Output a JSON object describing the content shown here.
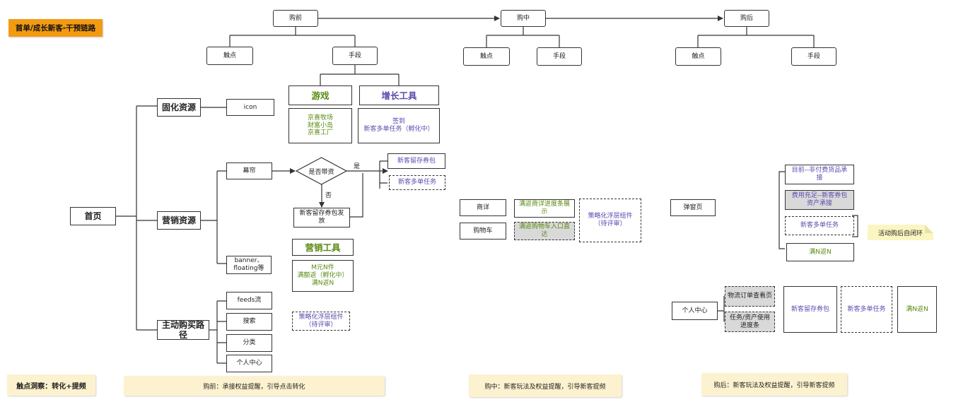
{
  "header_tag": "首单/成长新客-干预链路",
  "phases": {
    "pre": {
      "label": "购前",
      "touch": "触点",
      "means": "手段"
    },
    "mid": {
      "label": "购中",
      "touch": "触点",
      "means": "手段"
    },
    "post": {
      "label": "购后",
      "touch": "触点",
      "means": "手段"
    }
  },
  "tools": {
    "game_title": "游戏",
    "game_items": [
      "京喜牧场",
      "财富小岛",
      "京喜工厂"
    ],
    "growth_title": "增长工具",
    "growth_items": [
      "签到",
      "新客多单任务（孵化中）"
    ],
    "marketing_title": "营销工具",
    "marketing_items": [
      "M元N件",
      "满额返（孵化中）",
      "满N返N"
    ],
    "strategy_float": [
      "策略化浮层组件",
      "（待评审）"
    ]
  },
  "home": {
    "label": "首页",
    "fixed": "固化资源",
    "icon": "icon",
    "marketing": "营销资源",
    "curtain": "幕帘",
    "banner": "banner、floating等",
    "active": "主动购买路径",
    "paths": [
      "feeds流",
      "搜索",
      "分类",
      "个人中心"
    ]
  },
  "decision": {
    "question": "是否带资",
    "yes": "是",
    "no": "否",
    "no_result": "新客留存券包发放",
    "yes_results": [
      "新客留存券包",
      "新客多单任务"
    ]
  },
  "mid_flow": {
    "detail": "商详",
    "cart": "购物车",
    "detail_tool": "满返商详进度条展示",
    "cart_tool": "满返购物车入口直达",
    "strategy": [
      "策略化浮层组件",
      "（待评审）"
    ]
  },
  "post_flow": {
    "popup": "弹窗页",
    "options": [
      "目前--非付费货品承接",
      "费用充足--新客券包资产承接",
      "新客多单任务",
      "满N返N"
    ],
    "loop_note": "活动购后自闭环",
    "personal": "个人中心",
    "personal_items": [
      "物流订单查看页",
      "任务/资产使用进度条"
    ],
    "personal_results": [
      "新客留存券包",
      "新客多单任务",
      "满N返N"
    ]
  },
  "footer": {
    "insight": "触点洞察：转化+提频",
    "pre": "购前：承接权益提醒，引导点击转化",
    "mid": "购中：新客玩法及权益提醒，引导新客提频",
    "post": "购后：新客玩法及权益提醒，引导新客提频"
  }
}
